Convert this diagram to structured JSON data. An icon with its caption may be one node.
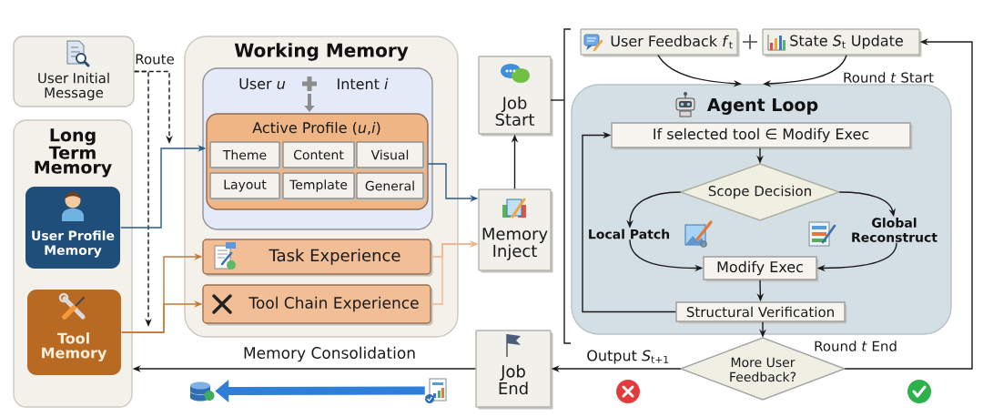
{
  "diagram": {
    "nodes": [
      {
        "text": [
          "User Initial Message"
        ]
      },
      {
        "text": [
          "Long Term Memory"
        ]
      },
      {
        "text": [
          "User Profile Memory"
        ],
        "in": 1
      },
      {
        "text": [
          "Tool Memory"
        ],
        "in": 1
      },
      {
        "text": [
          "Working Memory"
        ]
      },
      {
        "text": [
          "User *u*",
          "Intent *i*"
        ],
        "in": 4
      },
      {
        "text": [
          "Active Profile (*u*,*i*)"
        ],
        "in": 5
      },
      {
        "text": [
          "Theme"
        ],
        "in": 6
      },
      {
        "text": [
          "Content"
        ],
        "in": 6
      },
      {
        "text": [
          "Visual"
        ],
        "in": 6
      },
      {
        "text": [
          "Layout"
        ],
        "in": 6
      },
      {
        "text": [
          "Template"
        ],
        "in": 6
      },
      {
        "text": [
          "General"
        ],
        "in": 6
      },
      {
        "text": [
          "Task Experience"
        ],
        "in": 4
      },
      {
        "text": [
          "Tool Chain Experience"
        ],
        "in": 4
      },
      {
        "text": [
          "Job Start"
        ]
      },
      {
        "text": [
          "Memory Inject"
        ]
      },
      {
        "text": [
          "Job End"
        ]
      },
      {
        "text": [
          "User Feedback *f*$_{t}$"
        ]
      },
      {
        "text": [
          "State *S*$_{t}$ Update"
        ]
      },
      {
        "text": [
          "Agent Loop"
        ]
      },
      {
        "text": [
          "If selected tool ∈ Modify Exec"
        ],
        "in": 20
      },
      {
        "text": [
          "Scope Decision"
        ],
        "in": 20
      },
      {
        "text": [
          "Local Patch"
        ],
        "in": 20
      },
      {
        "text": [
          "Global Reconstruct"
        ],
        "in": 20
      },
      {
        "text": [
          "Modify Exec"
        ],
        "in": 20
      },
      {
        "text": [
          "Structural Verification"
        ],
        "in": 20
      },
      {
        "text": [
          "More User Feedback?"
        ]
      },
      {
        "text": [],
        "shape": "picture"
      },
      {
        "text": [],
        "shape": "picture"
      }
    ],
    "edges": [
      {
        "from": 0,
        "to": null,
        "arrow": "to",
        "style": "dashed",
        "label": "Route"
      },
      {
        "from": 0,
        "to": null,
        "arrow": "to",
        "style": "dashed"
      },
      {
        "from": 2,
        "to": 6,
        "arrow": "to",
        "color": "#2b5b87"
      },
      {
        "from": 3,
        "to": 13,
        "arrow": "to",
        "color": "#c27a35"
      },
      {
        "from": 3,
        "to": 14,
        "arrow": "to",
        "color": "#c27a35"
      },
      {
        "from": 6,
        "to": 16,
        "arrow": "to",
        "color": "#2b5b87"
      },
      {
        "from": 13,
        "to": 16,
        "arrow": "to",
        "color": "#f0b48c"
      },
      {
        "from": 14,
        "to": 16,
        "arrow": "to",
        "color": "#f0b48c"
      },
      {
        "from": 16,
        "to": 15,
        "arrow": "to"
      },
      {
        "from": 18,
        "to": 20,
        "arrow": "to"
      },
      {
        "from": 19,
        "to": 20,
        "arrow": "to",
        "label": "Round *t* Start"
      },
      {
        "from": 21,
        "to": 22,
        "arrow": "to"
      },
      {
        "from": 22,
        "to": 23,
        "arrow": "to"
      },
      {
        "from": 22,
        "to": 24,
        "arrow": "to"
      },
      {
        "from": 23,
        "to": 25,
        "arrow": "to"
      },
      {
        "from": 24,
        "to": 25,
        "arrow": "to"
      },
      {
        "from": 25,
        "to": 26,
        "arrow": "to"
      },
      {
        "from": 26,
        "to": 21,
        "arrow": "to"
      },
      {
        "from": 26,
        "to": 27,
        "arrow": "to"
      },
      {
        "from": 27,
        "to": 17,
        "arrow": "to",
        "label": "Output *S*$_{t+1}$"
      },
      {
        "from": 27,
        "to": 19,
        "arrow": "to",
        "label": "Round *t* End"
      },
      {
        "from": 17,
        "to": 1,
        "arrow": "to",
        "label": "Memory Consolidation"
      },
      {
        "from": 29,
        "to": 28,
        "arrow": "to",
        "style": "thick",
        "color": "#2f7ed8"
      }
    ]
  }
}
